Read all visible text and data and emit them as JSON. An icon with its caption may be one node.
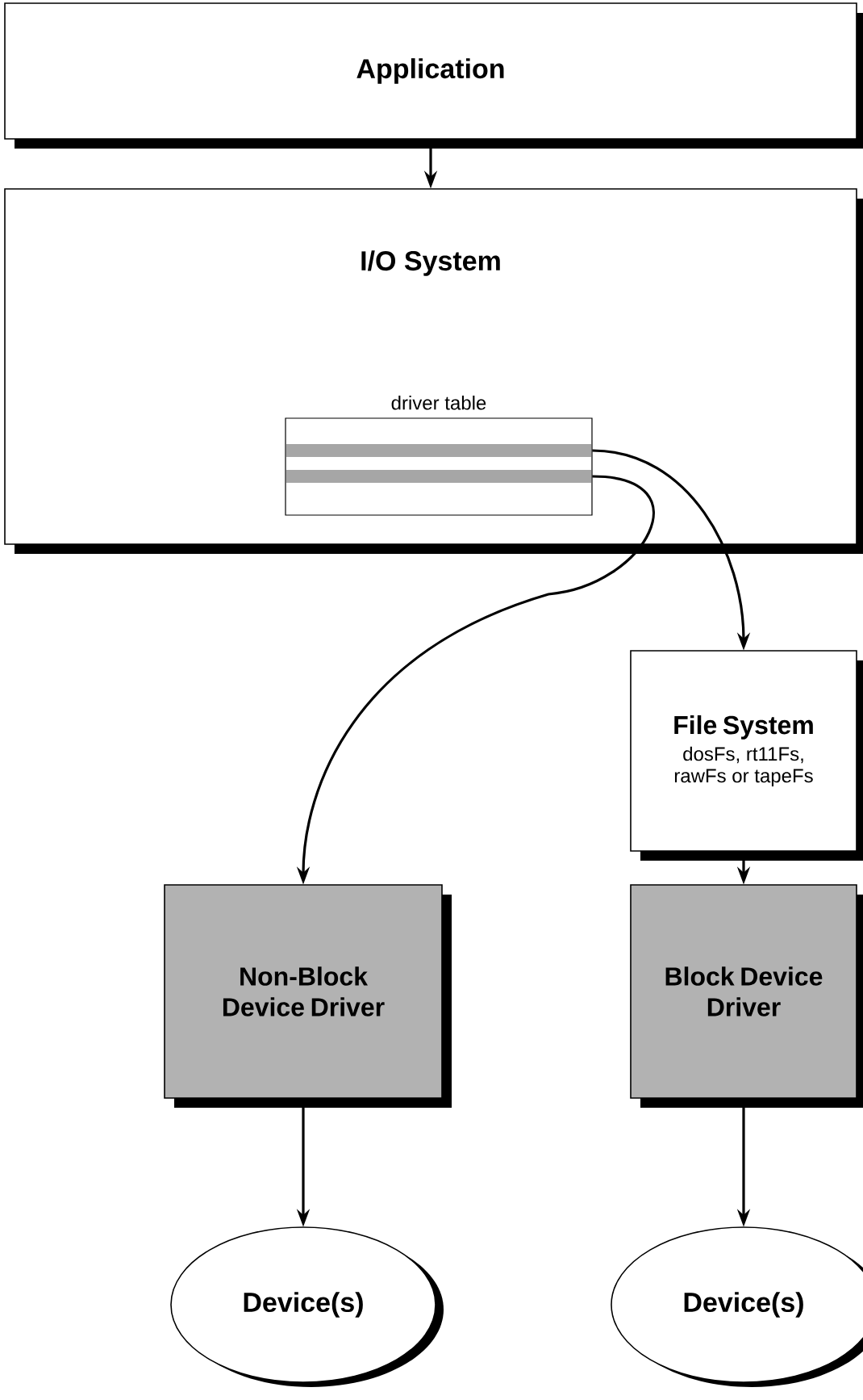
{
  "diagram": {
    "nodes": [
      {
        "text": [
          "Application"
        ]
      },
      {
        "text": [
          "I/O System"
        ]
      },
      {
        "text": [
          "driver table"
        ],
        "in": 1
      },
      {
        "text": [
          "File System",
          "dosFs, rt11Fs, rawFs or tapeFs"
        ]
      },
      {
        "text": [
          "Non-Block Device Driver"
        ]
      },
      {
        "text": [
          "Block Device Driver"
        ]
      },
      {
        "text": [
          "Device(s)"
        ]
      },
      {
        "text": [
          "Device(s)"
        ]
      }
    ],
    "edges": [
      {
        "from": 0,
        "to": 1,
        "arrow": "to"
      },
      {
        "from": 2,
        "to": 3,
        "arrow": "to"
      },
      {
        "from": 2,
        "to": 4,
        "arrow": "to"
      },
      {
        "from": 3,
        "to": 5,
        "arrow": "to"
      },
      {
        "from": 4,
        "to": 6,
        "arrow": "to"
      },
      {
        "from": 5,
        "to": 7,
        "arrow": "to"
      }
    ]
  }
}
